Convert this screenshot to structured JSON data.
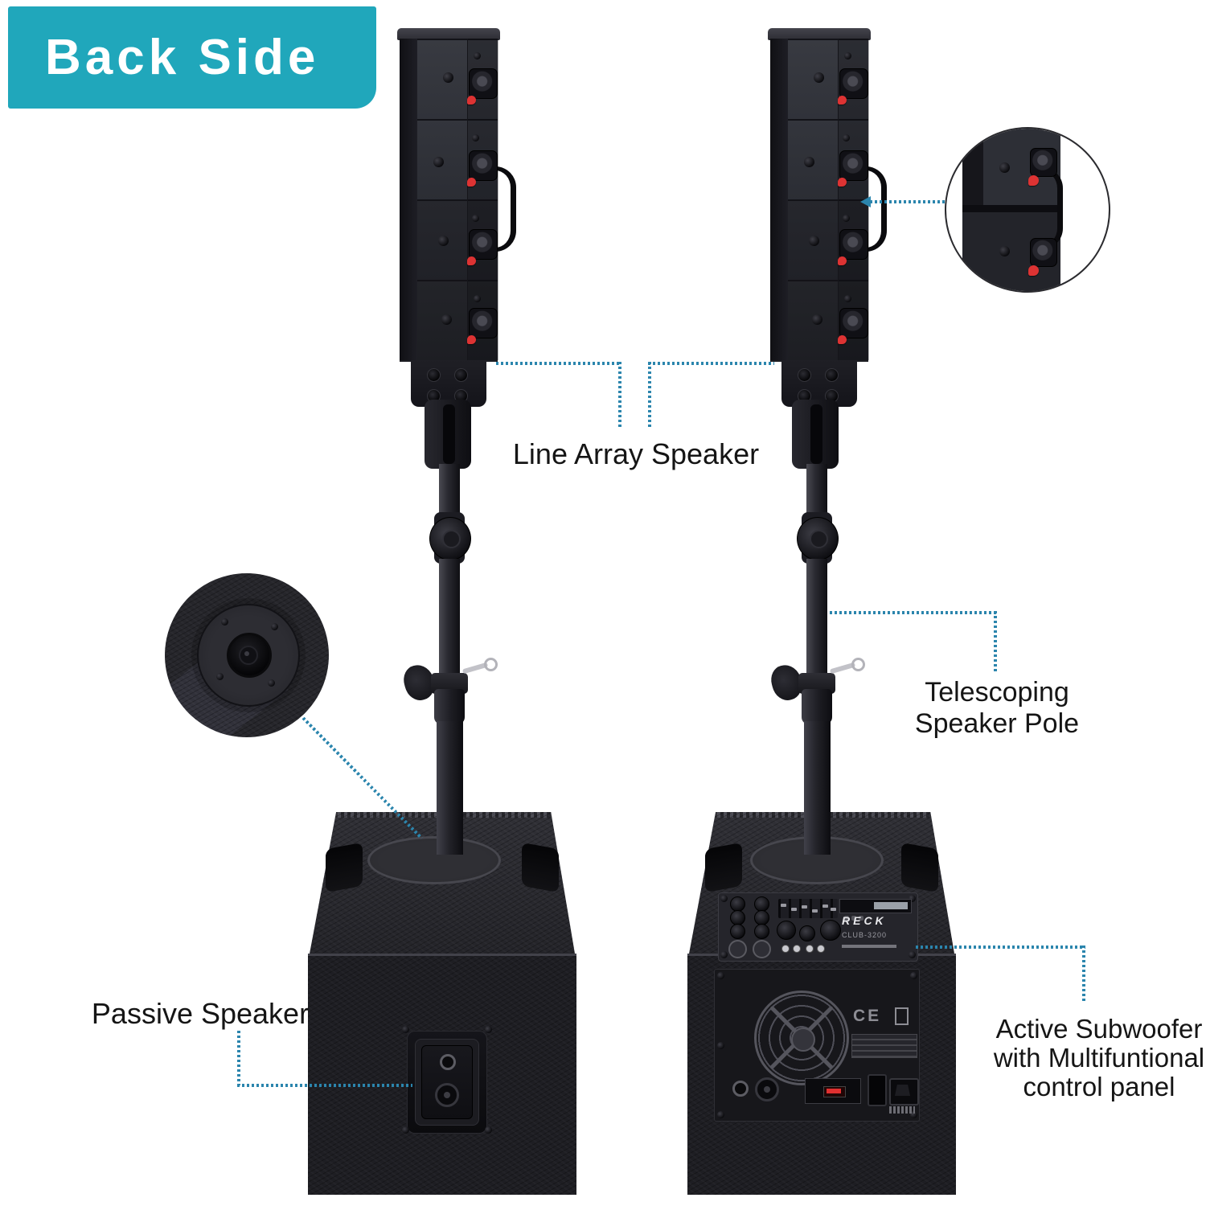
{
  "banner": {
    "title": "Back Side"
  },
  "callout_labels": {
    "line_array": "Line Array Speaker",
    "telescoping_line1": "Telescoping",
    "telescoping_line2": "Speaker Pole",
    "passive": "Passive Speaker",
    "active_line1": "Active Subwoofer",
    "active_line2": "with Multifuntional",
    "active_line3": "control panel"
  },
  "control_panel": {
    "brand": "RECK",
    "model": "CLUB-3200",
    "ce_mark": "CE"
  },
  "colors": {
    "banner_bg": "#20a7bb",
    "banner_text": "#ffffff",
    "leader_line": "#2b85ad",
    "label_text": "#151515",
    "connector_red": "#dd3333"
  }
}
